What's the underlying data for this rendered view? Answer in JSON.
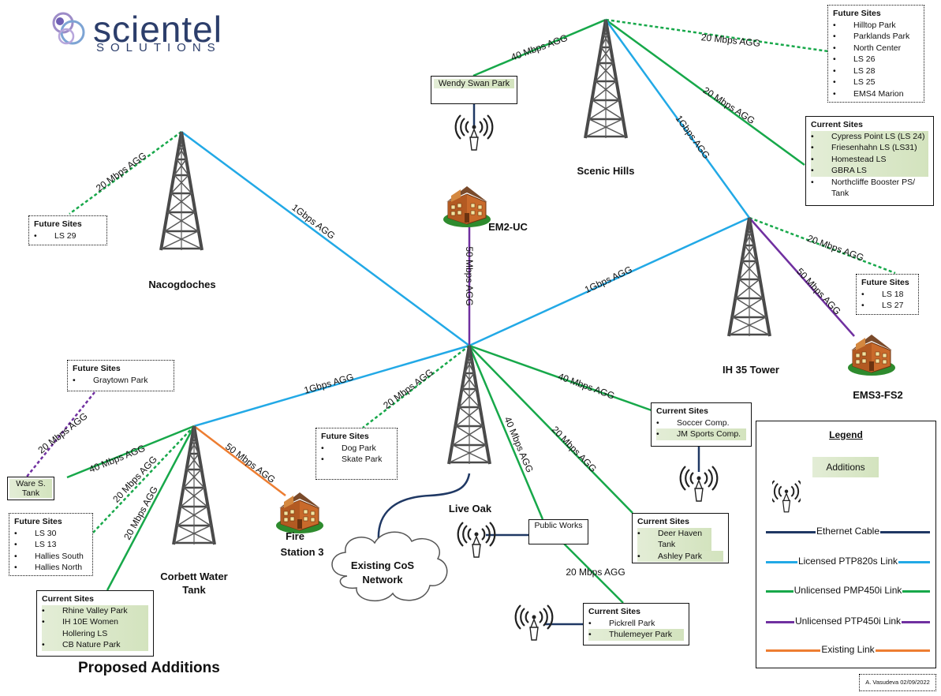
{
  "logo": {
    "name": "scientel",
    "tagline": "SOLUTIONS"
  },
  "heading": "Proposed Additions",
  "credit": "A. Vasudeva 02/09/2022",
  "colors": {
    "ethernet": "#1f3864",
    "licensed_ptp820s": "#22a9e6",
    "unlicensed_pmp450i": "#17a84a",
    "unlicensed_ptp450i": "#7030a0",
    "existing": "#ed7d31",
    "addition_highlight": "#d9e7c9"
  },
  "towers": {
    "scenic_hills": "Scenic Hills",
    "nacogdoches": "Nacogdoches",
    "ih35": "IH 35 Tower",
    "live_oak": "Live Oak",
    "corbett": [
      "Corbett Water",
      "Tank"
    ]
  },
  "buildings": {
    "em2": "EM2-UC",
    "ems3": "EMS3-FS2",
    "fire3": [
      "Fire",
      "Station 3"
    ]
  },
  "cloud": [
    "Existing CoS",
    "Network"
  ],
  "links": {
    "wendy_40": "40 Mbps AGG",
    "scenic_future_20": "20 Mbps AGG",
    "scenic_current_20": "20 Mbps AGG",
    "scenic_1g": "1Gbps AGG",
    "nac_20": "20 Mbps AGG",
    "nac_1g": "1Gbps AGG",
    "em2_50": "50 Mbps AGG",
    "ih35_1g": "1Gbps AGG",
    "ih35_20": "20 Mbps AGG",
    "ih35_50": "50 Mbps AGG",
    "lo_corbett_1g": "1Gbps AGG",
    "lo_future_20": "20 Mbps AGG",
    "lo_soccer_40": "40 Mbps AGG",
    "lo_public_40": "40 Mbps AGG",
    "lo_deer_20": "20 Mbps AGG",
    "public_pickrell_20": "20 Mbps AGG",
    "corbett_graytown_20": "20 Mbps AGG",
    "corbett_ware_40": "40 Mbps AGG",
    "corbett_future_20": "20 Mbps AGG",
    "corbett_rhine_20": "20 Mbps AGG",
    "corbett_fire_50": "50 Mbps AGG"
  },
  "sites": {
    "wendy": "Wendy Swan Park",
    "ware": "Ware S. Tank",
    "public_works": "Public Works"
  },
  "boxes": {
    "scenic_future": {
      "title": "Future Sites",
      "items": [
        "Hilltop Park",
        "Parklands Park",
        "North Center",
        "LS 26",
        "LS 28",
        "LS 25",
        "EMS4 Marion"
      ]
    },
    "scenic_current": {
      "title": "Current Sites",
      "items": [
        "Cypress Point LS (LS 24)",
        "Friesenhahn LS (LS31)",
        "Homestead LS",
        "GBRA LS",
        "Northcliffe Booster PS/ Tank"
      ]
    },
    "nac_future": {
      "title": "Future Sites",
      "items": [
        "LS 29"
      ]
    },
    "ih35_future": {
      "title": "Future Sites",
      "items": [
        "LS 18",
        "LS 27"
      ]
    },
    "graytown_future": {
      "title": "Future Sites",
      "items": [
        "Graytown Park"
      ]
    },
    "lo_future": {
      "title": "Future Sites",
      "items": [
        "Dog Park",
        "Skate Park"
      ]
    },
    "soccer_current": {
      "title": "Current Sites",
      "items": [
        "Soccer Comp.",
        "JM Sports Comp."
      ]
    },
    "deer_current": {
      "title": "Current Sites",
      "items": [
        "Deer Haven Tank",
        "Ashley Park"
      ]
    },
    "pickrell_current": {
      "title": "Current Sites",
      "items": [
        "Pickrell Park",
        "Thulemeyer Park"
      ]
    },
    "corbett_future": {
      "title": "Future Sites",
      "items": [
        "LS 30",
        "LS 13",
        "Hallies South",
        "Hallies North"
      ]
    },
    "rhine_current": {
      "title": "Current Sites",
      "items": [
        "Rhine Valley Park",
        "IH 10E Women Hollering LS",
        "CB Nature Park"
      ]
    }
  },
  "legend": {
    "title": "Legend",
    "additions": "Additions",
    "ethernet": "Ethernet Cable",
    "licensed": "Licensed PTP820s Link",
    "pmp450i": "Unlicensed PMP450i Link",
    "ptp450i": "Unlicensed PTP450i Link",
    "existing": "Existing Link"
  }
}
